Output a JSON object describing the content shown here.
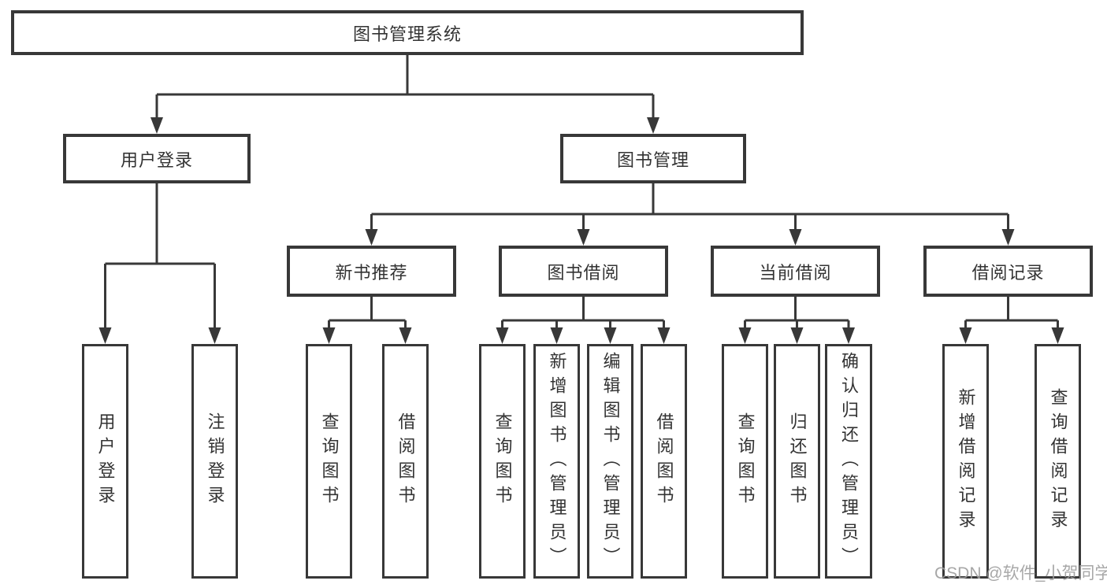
{
  "tree": {
    "root": {
      "label": "图书管理系统",
      "children": [
        {
          "label": "用户登录",
          "children": [
            {
              "label": "用户登录"
            },
            {
              "label": "注销登录"
            }
          ]
        },
        {
          "label": "图书管理",
          "children": [
            {
              "label": "新书推荐",
              "children": [
                {
                  "label": "查询图书"
                },
                {
                  "label": "借阅图书"
                }
              ]
            },
            {
              "label": "图书借阅",
              "children": [
                {
                  "label": "查询图书"
                },
                {
                  "label": "新增图书（管理员）"
                },
                {
                  "label": "编辑图书（管理员）"
                },
                {
                  "label": "借阅图书"
                }
              ]
            },
            {
              "label": "当前借阅",
              "children": [
                {
                  "label": "查询图书"
                },
                {
                  "label": "归还图书"
                },
                {
                  "label": "确认归还（管理员）"
                }
              ]
            },
            {
              "label": "借阅记录",
              "children": [
                {
                  "label": "新增借阅记录"
                },
                {
                  "label": "查询借阅记录"
                }
              ]
            }
          ]
        }
      ]
    }
  },
  "watermark": {
    "text": "CSDN @软件_小贺同学"
  },
  "colors": {
    "line": "#383838",
    "text": "#333333",
    "watermark": "#9e9e9e",
    "background": "#ffffff"
  }
}
